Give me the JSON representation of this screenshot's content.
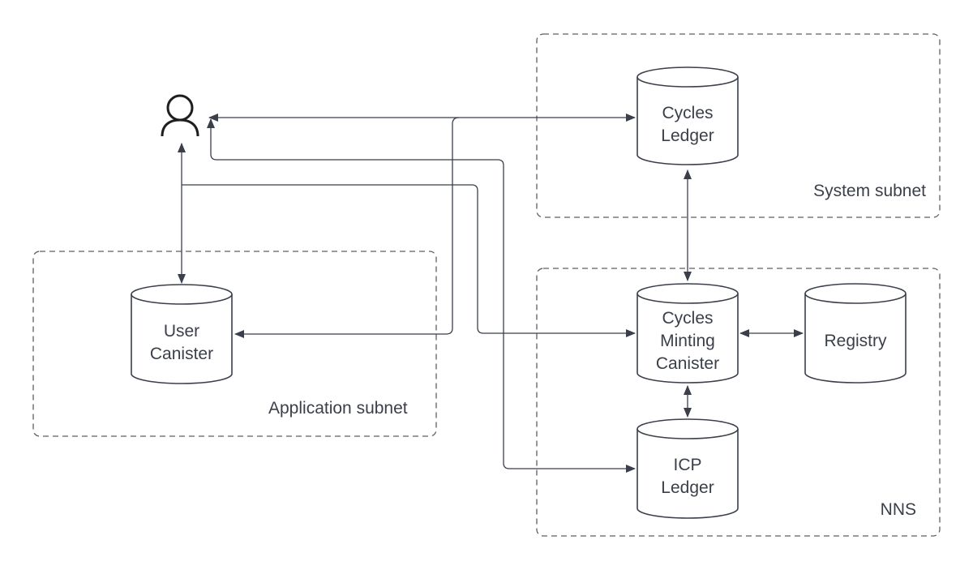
{
  "groups": {
    "system": "System subnet",
    "nns": "NNS",
    "application": "Application subnet"
  },
  "nodes": {
    "cycles_ledger": [
      "Cycles",
      "Ledger"
    ],
    "cmc": [
      "Cycles",
      "Minting",
      "Canister"
    ],
    "registry": [
      "Registry"
    ],
    "icp_ledger": [
      "ICP",
      "Ledger"
    ],
    "user_canister": [
      "User",
      "Canister"
    ]
  },
  "icons": {
    "user": "user-icon"
  },
  "colors": {
    "stroke": "#3a3f4a",
    "dash": "#5a5f68"
  }
}
